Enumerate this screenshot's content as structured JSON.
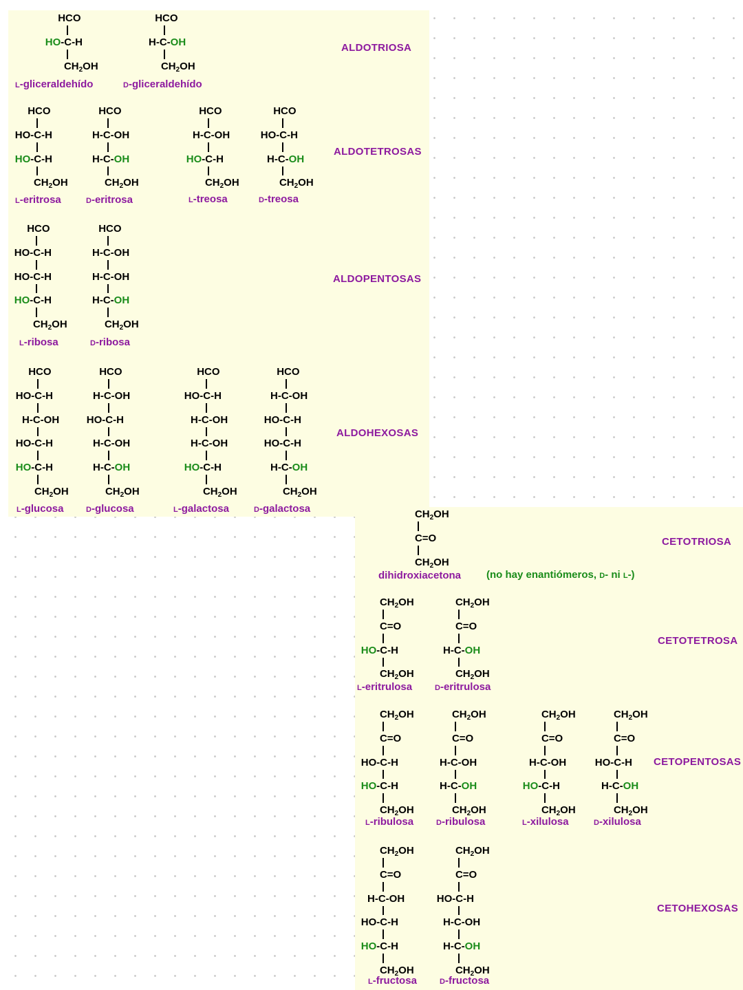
{
  "categories": {
    "aldotriosa": "ALDOTRIOSA",
    "aldotetrosas": "ALDOTETROSAS",
    "aldopentosas": "ALDOPENTOSAS",
    "aldohexosas": "ALDOHEXOSAS",
    "cetotriosa": "CETOTRIOSA",
    "cetotetrosa": "CETOTETROSA",
    "cetopentosas": "CETOPENTOSAS",
    "cetohexosas": "CETOHEXOSAS"
  },
  "note": {
    "open": "(no hay enantiómeros, ",
    "d": "D",
    "mid": "- ni ",
    "l": "L",
    "close": "-)"
  },
  "colors": {
    "panel": "#fdfde2",
    "label": "#8d1a9f",
    "highlight": "#1a8c1a",
    "text": "#000000"
  },
  "molecules": [
    {
      "prefix": "L",
      "name": "-gliceraldehído",
      "top": "HCO",
      "rows": [
        "HO-C-H"
      ],
      "bottom": "CH2OH",
      "config": "L"
    },
    {
      "prefix": "D",
      "name": "-gliceraldehído",
      "top": "HCO",
      "rows": [
        "H-C-OH"
      ],
      "bottom": "CH2OH",
      "config": "D"
    },
    {
      "prefix": "L",
      "name": "-eritrosa",
      "top": "HCO",
      "rows": [
        "HO-C-H",
        "HO-C-H"
      ],
      "bottom": "CH2OH",
      "config": "L"
    },
    {
      "prefix": "D",
      "name": "-eritrosa",
      "top": "HCO",
      "rows": [
        "H-C-OH",
        "H-C-OH"
      ],
      "bottom": "CH2OH",
      "config": "D"
    },
    {
      "prefix": "L",
      "name": "-treosa",
      "top": "HCO",
      "rows": [
        "H-C-OH",
        "HO-C-H"
      ],
      "bottom": "CH2OH",
      "config": "L"
    },
    {
      "prefix": "D",
      "name": "-treosa",
      "top": "HCO",
      "rows": [
        "HO-C-H",
        "H-C-OH"
      ],
      "bottom": "CH2OH",
      "config": "D"
    },
    {
      "prefix": "L",
      "name": "-ribosa",
      "top": "HCO",
      "rows": [
        "HO-C-H",
        "HO-C-H",
        "HO-C-H"
      ],
      "bottom": "CH2OH",
      "config": "L"
    },
    {
      "prefix": "D",
      "name": "-ribosa",
      "top": "HCO",
      "rows": [
        "H-C-OH",
        "H-C-OH",
        "H-C-OH"
      ],
      "bottom": "CH2OH",
      "config": "D"
    },
    {
      "prefix": "L",
      "name": "-glucosa",
      "top": "HCO",
      "rows": [
        "HO-C-H",
        "H-C-OH",
        "HO-C-H",
        "HO-C-H"
      ],
      "bottom": "CH2OH",
      "config": "L"
    },
    {
      "prefix": "D",
      "name": "-glucosa",
      "top": "HCO",
      "rows": [
        "H-C-OH",
        "HO-C-H",
        "H-C-OH",
        "H-C-OH"
      ],
      "bottom": "CH2OH",
      "config": "D"
    },
    {
      "prefix": "L",
      "name": "-galactosa",
      "top": "HCO",
      "rows": [
        "HO-C-H",
        "H-C-OH",
        "H-C-OH",
        "HO-C-H"
      ],
      "bottom": "CH2OH",
      "config": "L"
    },
    {
      "prefix": "D",
      "name": "-galactosa",
      "top": "HCO",
      "rows": [
        "H-C-OH",
        "HO-C-H",
        "HO-C-H",
        "H-C-OH"
      ],
      "bottom": "CH2OH",
      "config": "D"
    },
    {
      "prefix": "",
      "name": "dihidroxiacetona",
      "top": "CH2OH",
      "rows": [
        "C=O"
      ],
      "bottom": "CH2OH",
      "config": ""
    },
    {
      "prefix": "L",
      "name": "-eritrulosa",
      "top": "CH2OH",
      "rows": [
        "C=O",
        "HO-C-H"
      ],
      "bottom": "CH2OH",
      "config": "L"
    },
    {
      "prefix": "D",
      "name": "-eritrulosa",
      "top": "CH2OH",
      "rows": [
        "C=O",
        "H-C-OH"
      ],
      "bottom": "CH2OH",
      "config": "D"
    },
    {
      "prefix": "L",
      "name": "-ribulosa",
      "top": "CH2OH",
      "rows": [
        "C=O",
        "HO-C-H",
        "HO-C-H"
      ],
      "bottom": "CH2OH",
      "config": "L"
    },
    {
      "prefix": "D",
      "name": "-ribulosa",
      "top": "CH2OH",
      "rows": [
        "C=O",
        "H-C-OH",
        "H-C-OH"
      ],
      "bottom": "CH2OH",
      "config": "D"
    },
    {
      "prefix": "L",
      "name": "-xilulosa",
      "top": "CH2OH",
      "rows": [
        "C=O",
        "H-C-OH",
        "HO-C-H"
      ],
      "bottom": "CH2OH",
      "config": "L"
    },
    {
      "prefix": "D",
      "name": "-xilulosa",
      "top": "CH2OH",
      "rows": [
        "C=O",
        "HO-C-H",
        "H-C-OH"
      ],
      "bottom": "CH2OH",
      "config": "D"
    },
    {
      "prefix": "L",
      "name": "-fructosa",
      "top": "CH2OH",
      "rows": [
        "C=O",
        "H-C-OH",
        "HO-C-H",
        "HO-C-H"
      ],
      "bottom": "CH2OH",
      "config": "L"
    },
    {
      "prefix": "D",
      "name": "-fructosa",
      "top": "CH2OH",
      "rows": [
        "C=O",
        "HO-C-H",
        "H-C-OH",
        "H-C-OH"
      ],
      "bottom": "CH2OH",
      "config": "D"
    }
  ]
}
